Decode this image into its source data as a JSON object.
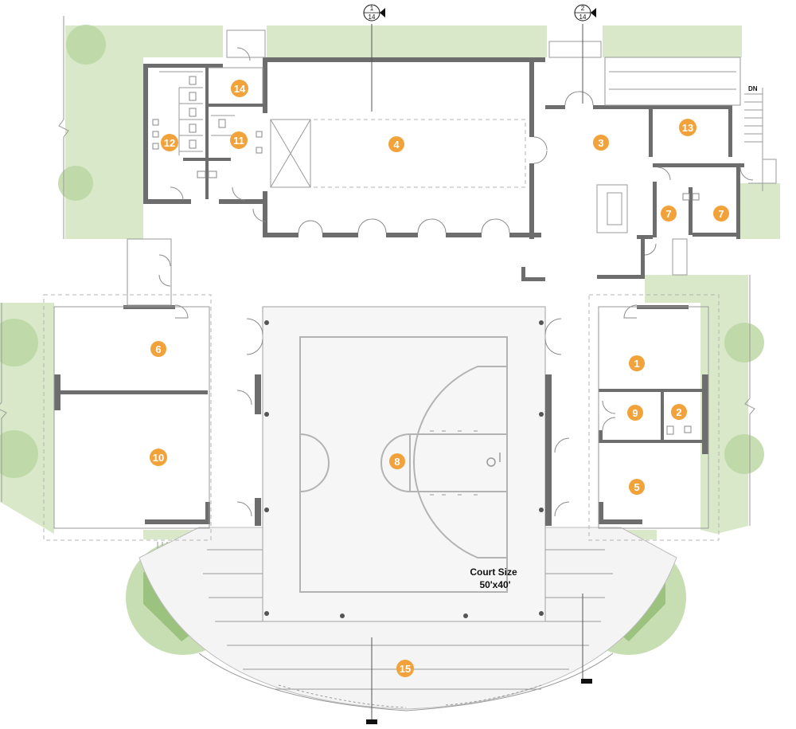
{
  "plan": {
    "court_label_line1": "Court Size",
    "court_label_line2": "50'x40'",
    "section_marker_a": {
      "top": "1",
      "bottom": "14"
    },
    "section_marker_b": {
      "top": "2",
      "bottom": "14"
    },
    "stair_label": "DN",
    "rooms": [
      {
        "key": "r1",
        "label": "1"
      },
      {
        "key": "r2",
        "label": "2"
      },
      {
        "key": "r3",
        "label": "3"
      },
      {
        "key": "r4",
        "label": "4"
      },
      {
        "key": "r5",
        "label": "5"
      },
      {
        "key": "r6",
        "label": "6"
      },
      {
        "key": "r7a",
        "label": "7"
      },
      {
        "key": "r7b",
        "label": "7"
      },
      {
        "key": "r8",
        "label": "8"
      },
      {
        "key": "r9",
        "label": "9"
      },
      {
        "key": "r10",
        "label": "10"
      },
      {
        "key": "r11",
        "label": "11"
      },
      {
        "key": "r12",
        "label": "12"
      },
      {
        "key": "r13",
        "label": "13"
      },
      {
        "key": "r14",
        "label": "14"
      },
      {
        "key": "r15",
        "label": "15"
      }
    ],
    "colors": {
      "badge": "#f2a23b",
      "wall": "#6d6d6d",
      "landscape": "#d8e8c8",
      "tree": "#b9d6a0"
    }
  }
}
